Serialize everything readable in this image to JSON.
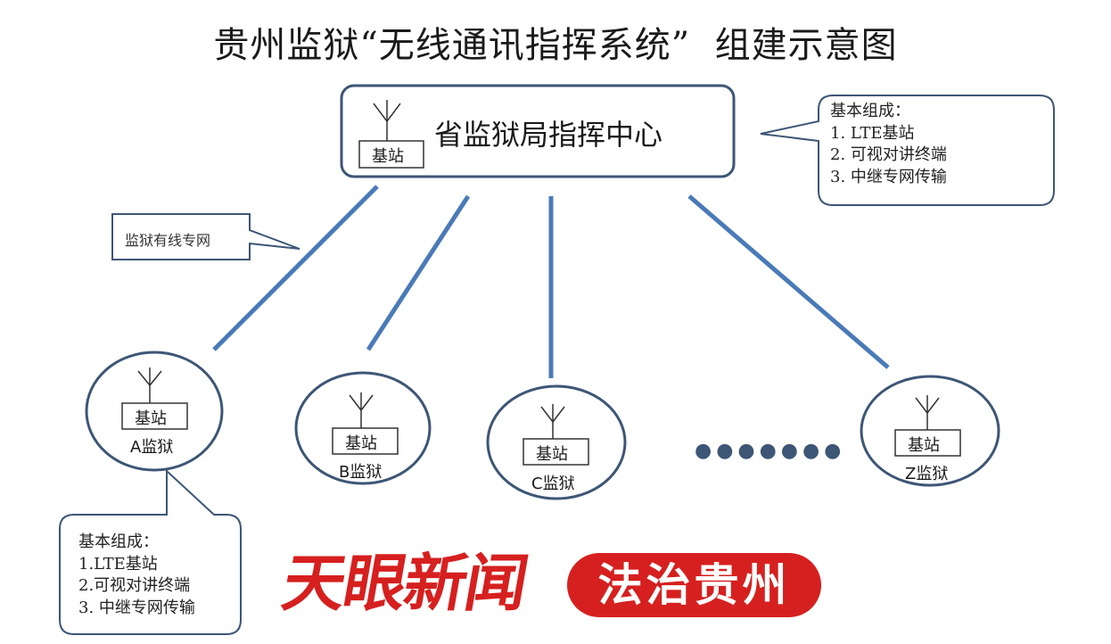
{
  "title": "贵州监狱“无线通讯指挥系统”  组建示意图",
  "center": {
    "name": "省监狱局指挥中心",
    "station_label": "基站"
  },
  "center_note": {
    "heading": "基本组成：",
    "items": [
      "1. LTE基站",
      "2. 可视对讲终端",
      "3. 中继专网传输"
    ]
  },
  "network_label": "监狱有线专网",
  "prisons": [
    {
      "name": "A监狱",
      "station_label": "基站"
    },
    {
      "name": "B监狱",
      "station_label": "基站"
    },
    {
      "name": "C监狱",
      "station_label": "基站"
    },
    {
      "name": "Z监狱",
      "station_label": "基站"
    }
  ],
  "prison_note": {
    "heading": "基本组成：",
    "items": [
      "1.LTE基站",
      "2.可视对讲终端",
      "3. 中继专网传输"
    ]
  },
  "ellipsis": "● ● ● ● ● ● ●",
  "footer": {
    "brand": "天眼新闻",
    "channel": "法治贵州"
  },
  "colors": {
    "line": "#4a7ab8",
    "border": "#3d5676",
    "brand_red": "#d6201f"
  }
}
